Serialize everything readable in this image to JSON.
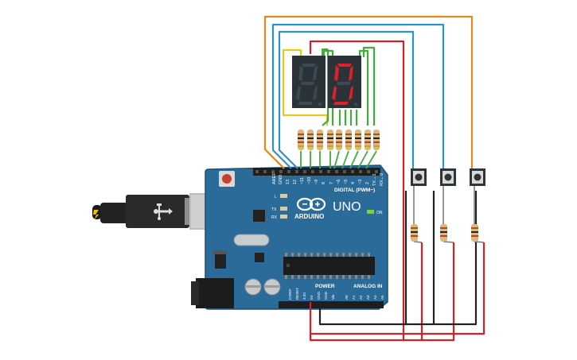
{
  "board": {
    "brand": "ARDUINO",
    "model": "UNO",
    "on_label": "ON",
    "l_label": "L",
    "tx_label": "TX",
    "rx_label": "RX",
    "digital_label": "DIGITAL (PWM~)",
    "power_label": "POWER",
    "analog_label": "ANALOG IN",
    "digital_pins": [
      "AREF",
      "GND",
      "13",
      "12",
      "~11",
      "~10",
      "~9",
      "8",
      "7",
      "~6",
      "~5",
      "4",
      "~3",
      "2",
      "TX→1",
      "RX←0"
    ],
    "power_pins": [
      "IOREF",
      "RESET",
      "3.3V",
      "5V",
      "GND",
      "GND",
      "Vin"
    ],
    "analog_pins": [
      "A0",
      "A1",
      "A2",
      "A3",
      "A4",
      "A5"
    ]
  },
  "displays": [
    {
      "state": "off"
    },
    {
      "state": "on",
      "digit": "0"
    }
  ],
  "colors": {
    "board": "#2b6b99",
    "board_dark": "#1f4f75",
    "segment_on": "#e0212b",
    "segment_off": "#3c4a55",
    "display_body": "#2c3338",
    "wire_red": "#d42027",
    "wire_black": "#222222",
    "wire_orange": "#e6861f",
    "wire_blue": "#2a93c9",
    "wire_yellow": "#e8c81e",
    "wire_green": "#3fae3a",
    "resistor_body": "#d9b87a"
  },
  "buttons_count": 3,
  "resistors_count": 11,
  "icons": [
    "usb-cable-icon",
    "dc-jack-icon",
    "reset-button-icon",
    "arduino-logo-icon"
  ]
}
